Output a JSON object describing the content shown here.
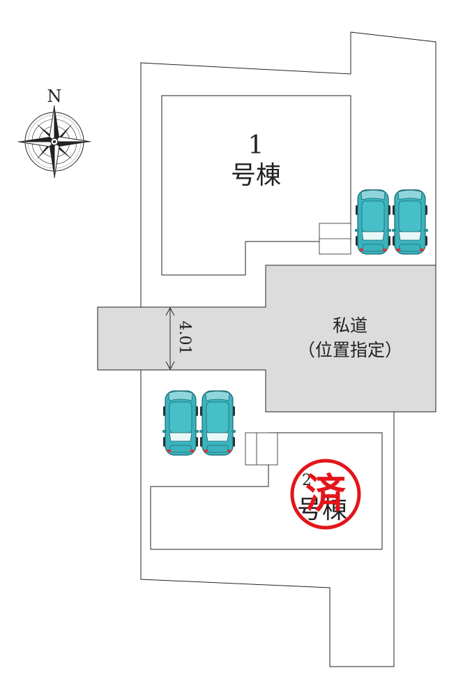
{
  "compass": {
    "north_label": "N"
  },
  "lot1": {
    "number": "1",
    "name": "号棟"
  },
  "lot2": {
    "number": "2",
    "name": "号棟",
    "stamp_text": "済"
  },
  "road": {
    "width": "4.01",
    "line1": "私道",
    "line2": "（位置指定）"
  },
  "colors": {
    "road_fill": "#dcdcdc",
    "car_body": "#3bb3bd",
    "stamp_red": "#e3151a",
    "line": "#222222"
  }
}
